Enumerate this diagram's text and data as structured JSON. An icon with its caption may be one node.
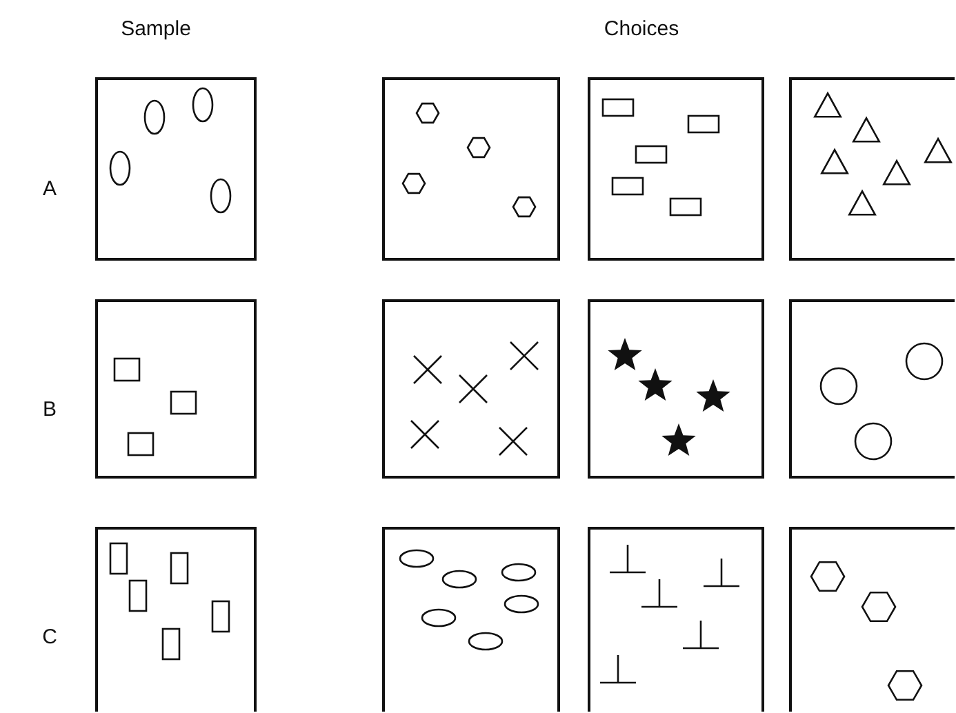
{
  "diagram": {
    "labels": [
      "Sample",
      "Choices",
      "A",
      "B",
      "C"
    ]
  }
}
